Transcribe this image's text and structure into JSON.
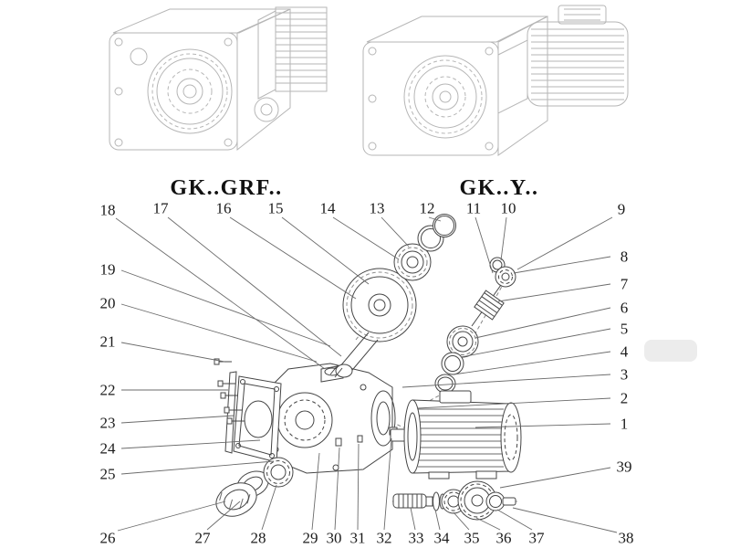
{
  "page": {
    "background": "#ffffff",
    "ink": "#454545",
    "faint_ink": "#b6b6b6",
    "leader": "#6b6b6b",
    "text_color": "#1b1b1b"
  },
  "models": [
    {
      "label": "GK..GRF.."
    },
    {
      "label": "GK..Y.."
    }
  ],
  "part_numbers": [
    "1",
    "2",
    "3",
    "4",
    "5",
    "6",
    "7",
    "8",
    "9",
    "10",
    "11",
    "12",
    "13",
    "14",
    "15",
    "16",
    "17",
    "18",
    "19",
    "20",
    "21",
    "22",
    "23",
    "24",
    "25",
    "26",
    "27",
    "28",
    "29",
    "30",
    "31",
    "32",
    "33",
    "34",
    "35",
    "36",
    "37",
    "38",
    "39"
  ]
}
